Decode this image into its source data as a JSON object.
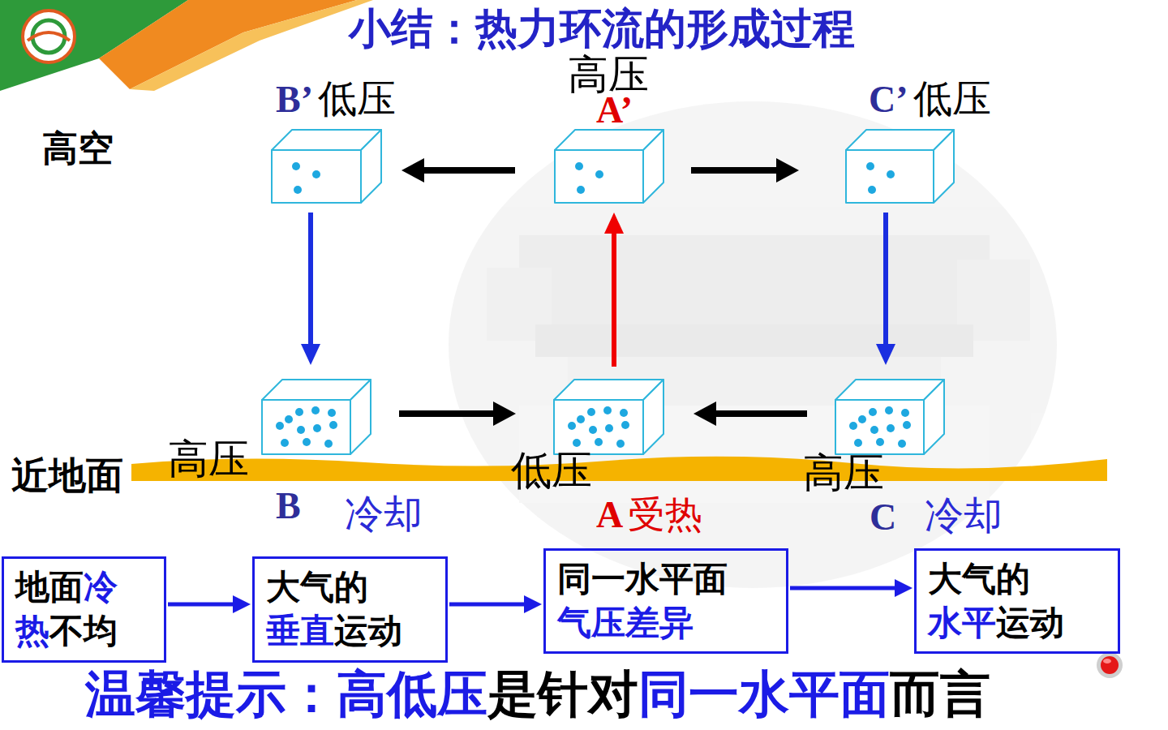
{
  "diagram": {
    "title": "小结：热力环流的形成过程",
    "nodes": [
      {
        "text": [
          "B’",
          "低压"
        ]
      },
      {
        "text": [
          "高压",
          "A’"
        ]
      },
      {
        "text": [
          "C’",
          "低压"
        ]
      },
      {
        "text": [
          "高压",
          "B",
          "冷却"
        ]
      },
      {
        "text": [
          "低压",
          "A",
          "受热"
        ]
      },
      {
        "text": [
          "高压",
          "C",
          "冷却"
        ]
      },
      {
        "text": [
          "地面",
          "冷",
          "热",
          "不均"
        ]
      },
      {
        "text": [
          "大气的",
          "垂直",
          "运动"
        ]
      },
      {
        "text": [
          "同一水平面",
          "气压差异"
        ]
      },
      {
        "text": [
          "大气的",
          "水平",
          "运动"
        ]
      }
    ],
    "edges": [
      {
        "from": 1,
        "to": 0,
        "arrow": "to"
      },
      {
        "from": 1,
        "to": 2,
        "arrow": "to"
      },
      {
        "from": 0,
        "to": 3,
        "arrow": "to"
      },
      {
        "from": 2,
        "to": 5,
        "arrow": "to"
      },
      {
        "from": 3,
        "to": 4,
        "arrow": "to"
      },
      {
        "from": 5,
        "to": 4,
        "arrow": "to"
      },
      {
        "from": 4,
        "to": 1,
        "arrow": "to"
      },
      {
        "from": 6,
        "to": 7,
        "arrow": "to"
      },
      {
        "from": 7,
        "to": 8,
        "arrow": "to"
      },
      {
        "from": 8,
        "to": 9,
        "arrow": "to"
      }
    ],
    "labels": [
      "高空",
      "近地面",
      "温馨提示：高低压",
      "是针对",
      "同一水平面",
      "而言"
    ]
  }
}
